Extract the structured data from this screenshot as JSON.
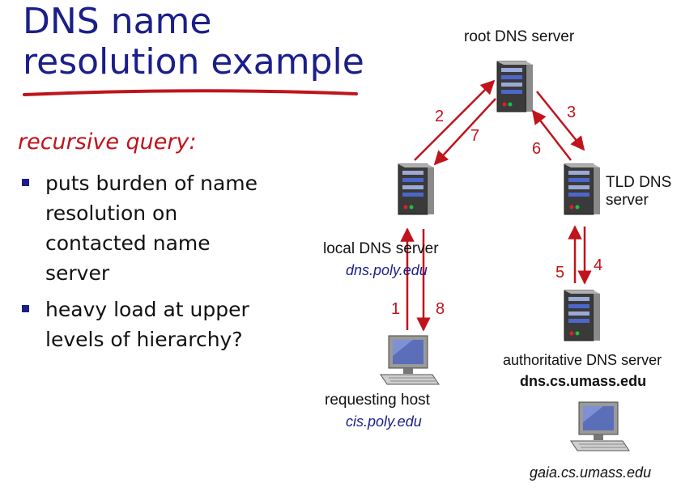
{
  "slide": {
    "title_line1": "DNS name",
    "title_line2": "resolution example",
    "subtitle": "recursive query:",
    "bullets": [
      [
        "puts burden of name",
        "resolution on",
        "contacted name",
        "server"
      ],
      [
        "heavy load at upper",
        "levels of hierarchy?"
      ]
    ]
  },
  "diagram": {
    "nodes": {
      "root": {
        "label": "root DNS server"
      },
      "tld": {
        "label_line1": "TLD DNS",
        "label_line2": "server"
      },
      "local": {
        "label": "local DNS server",
        "host": "dns.poly.edu"
      },
      "requesting": {
        "label": "requesting host",
        "host": "cis.poly.edu"
      },
      "authoritative": {
        "label": "authoritative DNS server",
        "host": "dns.cs.umass.edu"
      },
      "gaia": {
        "host": "gaia.cs.umass.edu"
      }
    },
    "step_numbers": [
      "1",
      "2",
      "3",
      "4",
      "5",
      "6",
      "7",
      "8"
    ],
    "colors": {
      "title": "#1b1f8a",
      "accent": "#c0141c",
      "arrow": "#c0141c"
    }
  }
}
